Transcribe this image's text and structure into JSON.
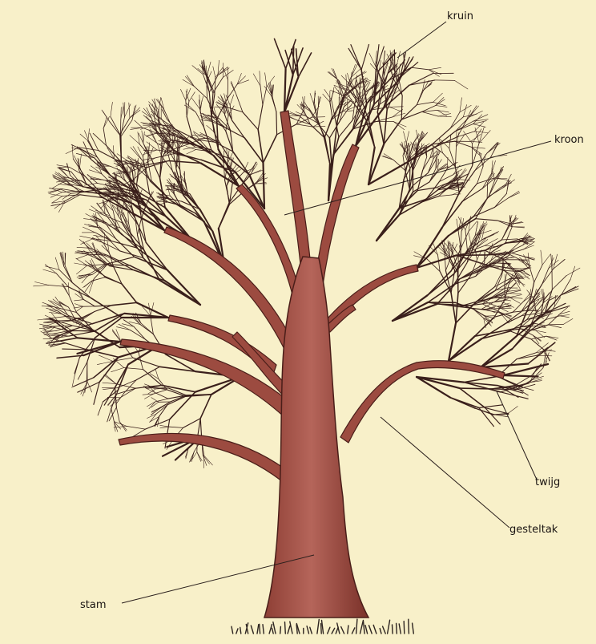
{
  "diagram": {
    "labels": {
      "kruin": "kruin",
      "kroon": "kroon",
      "twijg": "twijg",
      "gesteltak": "gesteltak",
      "stam": "stam"
    },
    "colors": {
      "background": "#f8f0c9",
      "trunk": "#a8564a",
      "trunk_dark": "#6b2b24",
      "branches": "#3a1f1b",
      "grass": "#2d2420"
    }
  }
}
